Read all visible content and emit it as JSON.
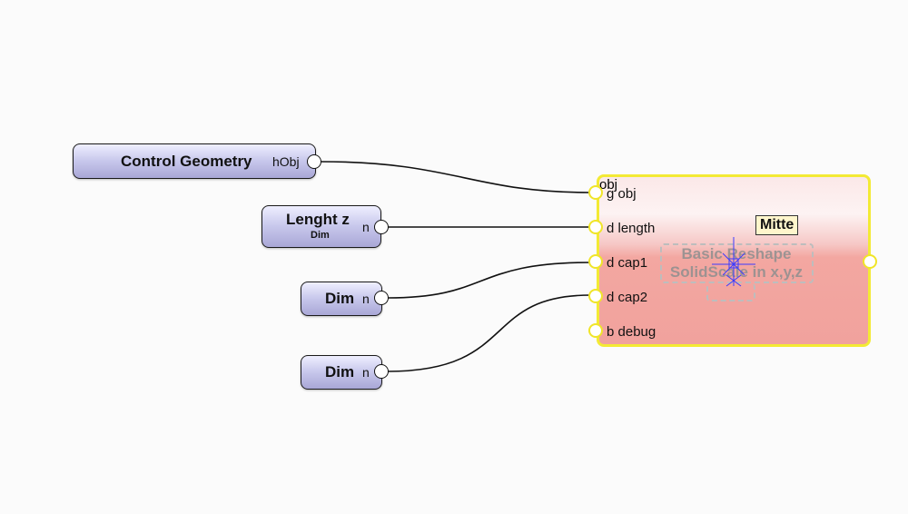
{
  "nodes": {
    "control_geometry": {
      "title": "Control Geometry",
      "output": "hObj"
    },
    "lenght_z": {
      "title": "Lenght z",
      "subtitle": "Dim",
      "output": "n"
    },
    "dim_1": {
      "title": "Dim",
      "output": "n"
    },
    "dim_2": {
      "title": "Dim",
      "output": "n"
    }
  },
  "basic_reshape": {
    "inputs": [
      "g obj",
      "d length",
      "d cap1",
      "d cap2",
      "b debug"
    ],
    "output": "obj",
    "ghost_title_line1": "Basic Reshape",
    "ghost_title_line2": "SolidScale in x,y,z"
  },
  "tag": {
    "label": "Mitte"
  },
  "colors": {
    "node_fill": "#c8c8ec",
    "function_node_fill": "#f1a29d",
    "selection_border": "#f3ea34",
    "tag_fill": "#fff6cc"
  }
}
